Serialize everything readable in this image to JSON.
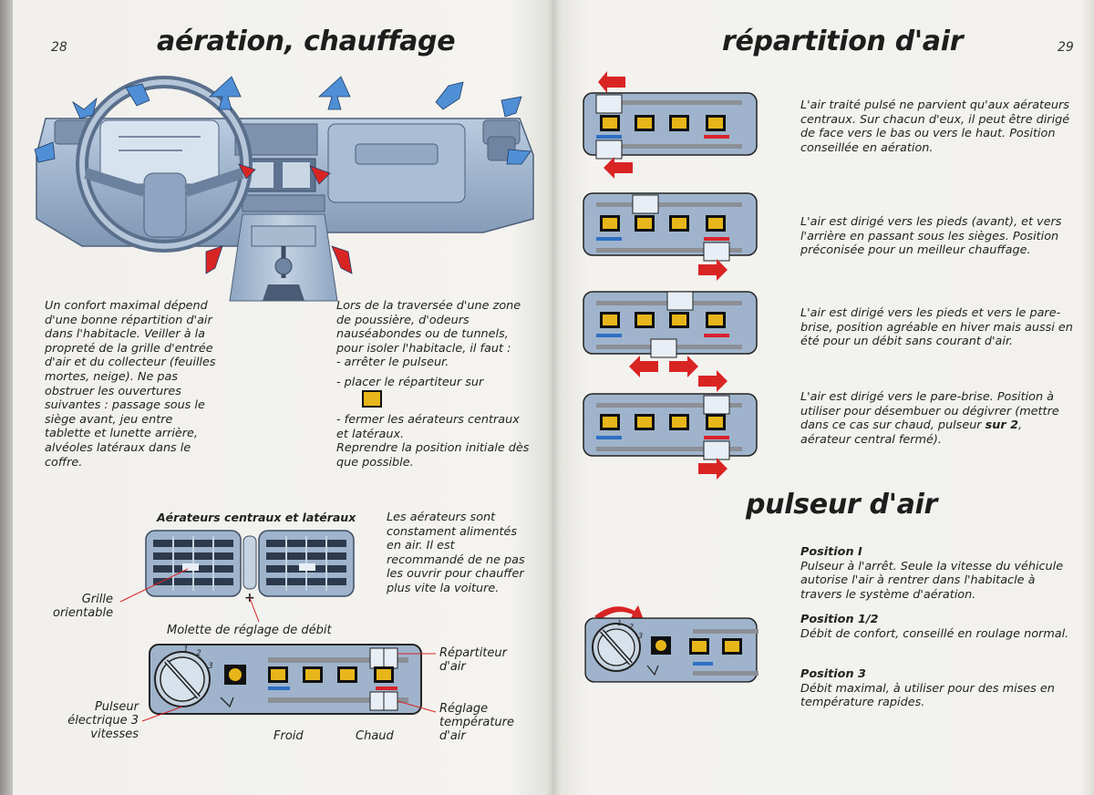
{
  "left_page": {
    "page_number": "28",
    "title": "aération, chauffage",
    "intro_text": "Un confort maximal dépend d'une bonne répartition d'air dans l'habitacle. Veiller à la propreté de la grille d'entrée d'air et du collecteur (feuilles mortes, neige). Ne pas obstruer les ouvertures suivantes : passage sous le siège avant, jeu entre tablette et lunette arrière, alvéoles latéraux dans le coffre.",
    "dust_text": {
      "lead": "Lors de la traversée d'une zone de poussière, d'odeurs nauséabondes ou de tunnels, pour isoler l'habitacle, il faut :",
      "item1": "- arrêter le pulseur.",
      "item2": "- placer le répartiteur sur",
      "item3": "- fermer les aérateurs centraux et latéraux.",
      "outro": "Reprendre la position initiale dès que possible."
    },
    "vents_heading": "Aérateurs centraux et latéraux",
    "vents_text": "Les aérateurs sont constament alimentés en air. Il est recommandé de ne pas les ouvrir pour chauffer plus vite la voiture.",
    "labels": {
      "grille": "Grille orientable",
      "molette": "Molette de réglage de débit",
      "repartiteur": "Répartiteur d'air",
      "pulseur": "Pulseur électrique 3 vitesses",
      "froid": "Froid",
      "chaud": "Chaud",
      "reglage": "Réglage température d'air",
      "dial_marks": [
        "1",
        "2",
        "3"
      ]
    }
  },
  "right_page": {
    "page_number": "29",
    "title": "répartition d'air",
    "distributions": [
      {
        "text": "L'air traité pulsé ne parvient qu'aux aérateurs centraux. Sur chacun d'eux, il peut être dirigé de face vers le bas ou vers le haut. Position conseillée en aération."
      },
      {
        "text": "L'air est dirigé vers les pieds (avant), et vers l'arrière en passant sous les sièges. Position préconisée pour un meilleur chauffage."
      },
      {
        "text": "L'air est dirigé vers les pieds et vers le pare-brise, position agréable en hiver mais aussi en été pour un débit sans courant d'air."
      },
      {
        "text_before": "L'air est dirigé vers le pare-brise. Position à utiliser pour désembuer ou dégivrer (mettre dans ce cas sur chaud, pulseur ",
        "text_bold": "sur 2",
        "text_after": ", aérateur central fermé)."
      }
    ],
    "pulseur_title": "pulseur d'air",
    "positions": [
      {
        "name": "Position I",
        "text": "Pulseur à l'arrêt. Seule la vitesse du véhicule autorise l'air à rentrer dans l'habitacle à travers le système d'aération."
      },
      {
        "name": "Position 1/2",
        "text": "Débit de confort, conseillé en roulage normal."
      },
      {
        "name": "Position 3",
        "text": "Débit maximal, à utiliser pour des mises en température rapides."
      }
    ],
    "dial_marks": [
      "1",
      "2",
      "3"
    ]
  },
  "colors": {
    "arrow_red": "#d92424",
    "arrow_blue": "#4f8fd6",
    "panel_blue": "#9fb4cc",
    "icon_yellow": "#e7b61a",
    "cold_blue": "#2e6fc4",
    "hot_red": "#d9232b"
  }
}
